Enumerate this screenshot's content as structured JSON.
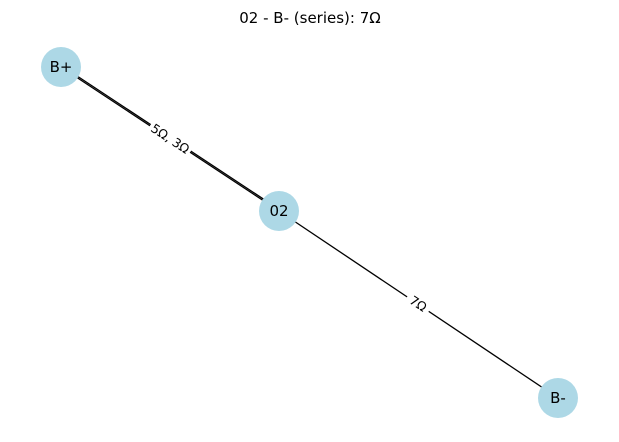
{
  "title": "02 - B- (series): 7Ω",
  "colors": {
    "node_fill": "#add8e6",
    "edge": "#000000",
    "text": "#000000",
    "background": "#ffffff"
  },
  "nodes": [
    {
      "id": "bplus",
      "label": "B+"
    },
    {
      "id": "n02",
      "label": "02"
    },
    {
      "id": "bminus",
      "label": "B-"
    }
  ],
  "edges": [
    {
      "from": "bplus",
      "to": "n02",
      "label": "5Ω, 3Ω"
    },
    {
      "from": "n02",
      "to": "bminus",
      "label": "7Ω"
    }
  ]
}
